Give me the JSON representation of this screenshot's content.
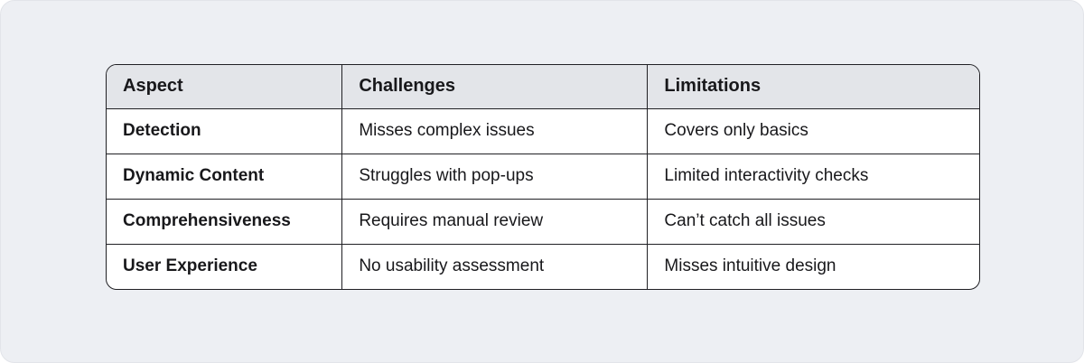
{
  "chart_data": {
    "type": "table",
    "columns": [
      "Aspect",
      "Challenges",
      "Limitations"
    ],
    "rows": [
      [
        "Detection",
        "Misses complex issues",
        "Covers only basics"
      ],
      [
        "Dynamic Content",
        "Struggles with pop-ups",
        "Limited interactivity checks"
      ],
      [
        "Comprehensiveness",
        "Requires manual review",
        "Can’t catch all issues"
      ],
      [
        "User Experience",
        "No usability assessment",
        "Misses intuitive design"
      ]
    ]
  },
  "table": {
    "headers": [
      "Aspect",
      "Challenges",
      "Limitations"
    ],
    "rows": [
      [
        "Detection",
        "Misses complex issues",
        "Covers only basics"
      ],
      [
        "Dynamic Content",
        "Struggles with pop-ups",
        "Limited interactivity checks"
      ],
      [
        "Comprehensiveness",
        "Requires manual review",
        "Can’t catch all issues"
      ],
      [
        "User Experience",
        "No usability assessment",
        "Misses intuitive design"
      ]
    ]
  },
  "colors": {
    "panel_background": "#edeff3",
    "header_background": "#e3e5e9",
    "table_border": "#202024",
    "text": "#18181b"
  }
}
